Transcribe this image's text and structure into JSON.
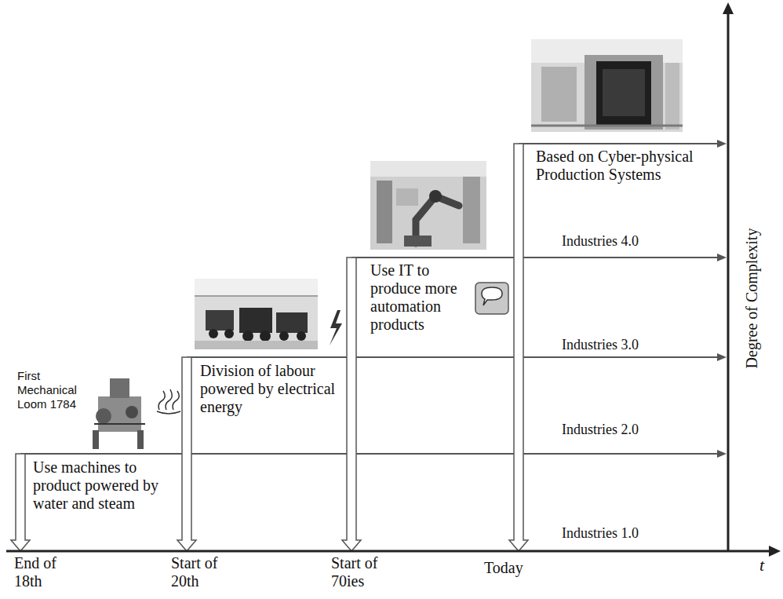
{
  "diagram": {
    "labels": [
      "First Mechanical Loom 1784",
      "Use machines to product powered by water and steam",
      "Division of labour powered by electrical energy",
      "Use IT to produce more automation products",
      "Based on Cyber-physical Production Systems",
      "Industries 4.0",
      "Industries 3.0",
      "Industries 2.0",
      "Industries 1.0",
      "Degree of Complexity",
      "End of 18th",
      "Start of 20th",
      "Start of 70ies",
      "Today",
      "t"
    ]
  }
}
